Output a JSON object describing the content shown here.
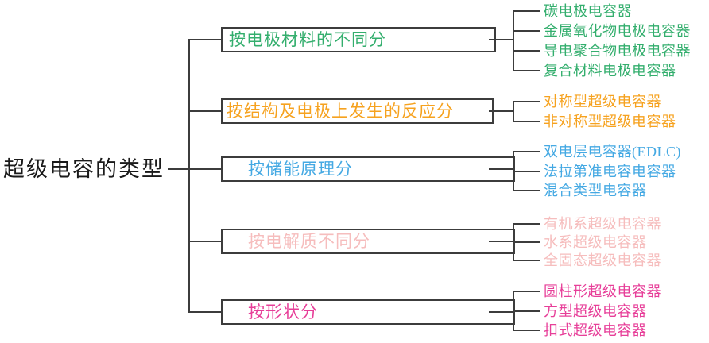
{
  "title": "超级电容的类型",
  "colors": {
    "line": "#3c3c3c",
    "root": "#1a1a1a",
    "g1": "#33ae6d",
    "g2": "#f6a21f",
    "g3": "#45a9e3",
    "g4": "#f6bdbd",
    "g5": "#e73f99"
  },
  "groups": [
    {
      "label": "按电极材料的不同分",
      "leaves": [
        "碳电极电容器",
        "金属氧化物电极电容器",
        "导电聚合物电极电容器",
        "复合材料电极电容器"
      ]
    },
    {
      "label": "按结构及电极上发生的反应分",
      "leaves": [
        "对称型超级电容器",
        "非对称型超级电容器"
      ]
    },
    {
      "label": "按储能原理分",
      "leaves": [
        "双电层电容器(EDLC)",
        "法拉第准电容电容器",
        "混合类型电容器"
      ]
    },
    {
      "label": "按电解质不同分",
      "leaves": [
        "有机系超级电容器",
        "水系超级电容器",
        "全固态超级电容器"
      ]
    },
    {
      "label": "按形状分",
      "leaves": [
        "圆柱形超级电容器",
        "方型超级电容器",
        "扣式超级电容器"
      ]
    }
  ]
}
